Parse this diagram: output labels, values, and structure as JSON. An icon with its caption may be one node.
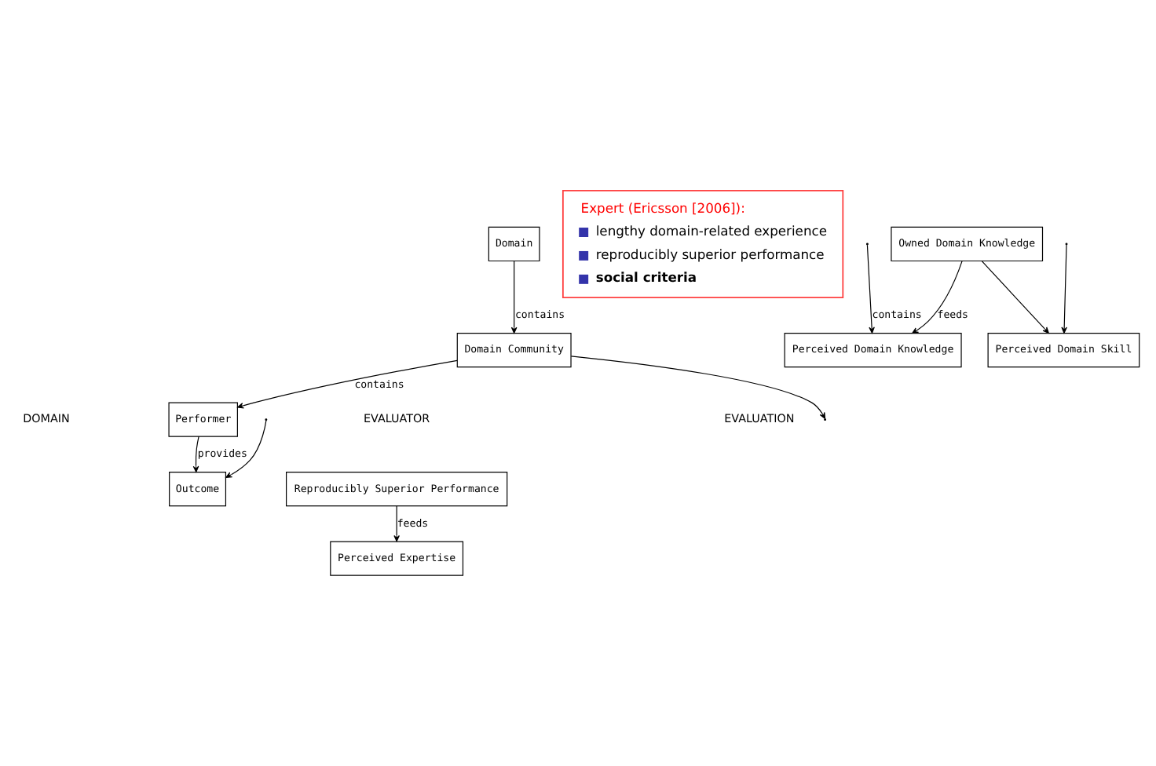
{
  "diagram": {
    "nodes": [
      {
        "text": [
          "Reproducibly Superior Performance"
        ]
      },
      {
        "text": [
          "Perceived Expertise"
        ]
      },
      {
        "text": [
          "Expert (Ericsson [2006]):",
          "lengthy domain-related experience",
          "reproducibly superior performance",
          "social criteria"
        ]
      },
      {
        "text": [
          "Outcome"
        ]
      },
      {
        "text": [
          "Performer"
        ]
      },
      {
        "text": [
          "Domain Community"
        ]
      },
      {
        "text": [
          "Domain"
        ]
      },
      {
        "text": [
          "Perceived Domain Knowledge"
        ]
      },
      {
        "text": [
          "Perceived Domain Skill"
        ]
      },
      {
        "text": [
          "Owned Domain Knowledge"
        ]
      }
    ],
    "edges": [
      {
        "from": 0,
        "to": 1,
        "arrow": "to",
        "label": "feeds"
      },
      {
        "from": null,
        "to": 3,
        "arrow": "to"
      },
      {
        "from": 4,
        "to": 3,
        "arrow": "to",
        "label": "provides"
      },
      {
        "from": 5,
        "to": 4,
        "arrow": "to",
        "label": "contains"
      },
      {
        "from": 5,
        "to": null,
        "arrow": "to"
      },
      {
        "from": 6,
        "to": 5,
        "arrow": "to",
        "label": "contains"
      },
      {
        "from": null,
        "to": 7,
        "arrow": "to",
        "label": "contains"
      },
      {
        "from": null,
        "to": 8,
        "arrow": "to"
      },
      {
        "from": 9,
        "to": 7,
        "arrow": "to",
        "label": "feeds"
      },
      {
        "from": 9,
        "to": 8,
        "arrow": "to"
      }
    ],
    "labels": [
      "DOMAIN",
      "EVALUATOR",
      "EVALUATION"
    ]
  }
}
